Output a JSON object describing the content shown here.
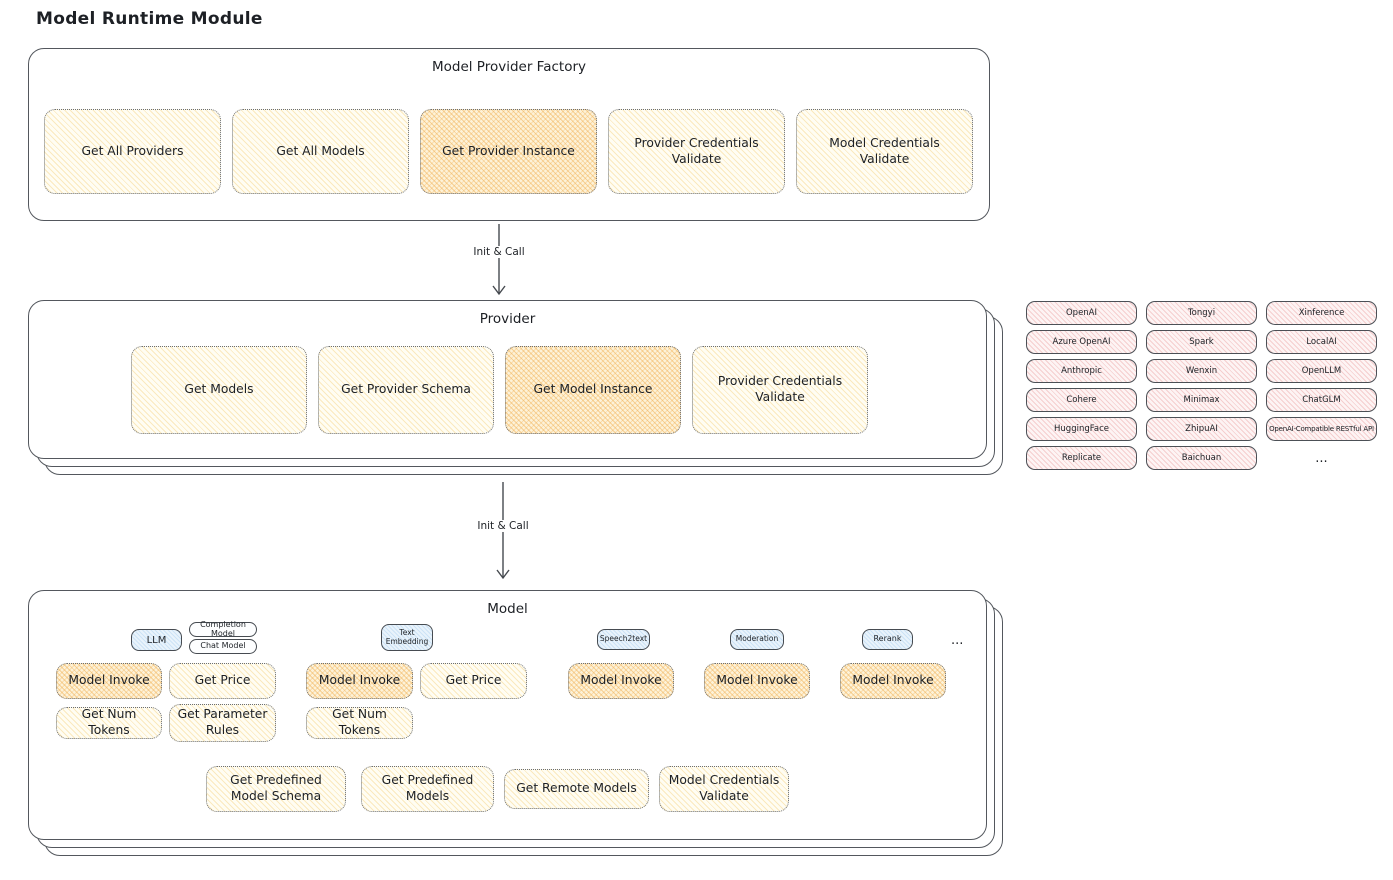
{
  "title": "Model Runtime Module",
  "colors": {
    "highlight_orange": "#f5bb63",
    "light_yellow": "#fdf7e3",
    "pink": "#fbe9e9",
    "blue_tag": "#dcecf9",
    "border": "#53575d"
  },
  "factory": {
    "label": "Model Provider Factory",
    "items": [
      {
        "label": "Get All Providers"
      },
      {
        "label": "Get All Models"
      },
      {
        "label": "Get Provider Instance"
      },
      {
        "label": "Provider Credentials Validate"
      },
      {
        "label": "Model Credentials Validate"
      }
    ]
  },
  "arrows": [
    {
      "label": "Init & Call"
    },
    {
      "label": "Init & Call"
    }
  ],
  "provider": {
    "label": "Provider",
    "items": [
      {
        "label": "Get Models"
      },
      {
        "label": "Get Provider Schema"
      },
      {
        "label": "Get Model Instance"
      },
      {
        "label": "Provider Credentials Validate"
      }
    ]
  },
  "providers_list": {
    "items": [
      "OpenAI",
      "Tongyi",
      "Xinference",
      "Azure OpenAI",
      "Spark",
      "LocalAI",
      "Anthropic",
      "Wenxin",
      "OpenLLM",
      "Cohere",
      "Minimax",
      "ChatGLM",
      "HuggingFace",
      "ZhipuAI",
      "OpenAI-Compatible RESTful API",
      "Replicate",
      "Baichuan"
    ],
    "more": "..."
  },
  "model": {
    "label": "Model",
    "tags": [
      {
        "label": "LLM"
      },
      {
        "label": "Completion Model"
      },
      {
        "label": "Chat Model"
      },
      {
        "label": "Text Embedding"
      },
      {
        "label": "Speech2text"
      },
      {
        "label": "Moderation"
      },
      {
        "label": "Rerank"
      }
    ],
    "tags_more": "...",
    "functions": [
      {
        "label": "Model Invoke"
      },
      {
        "label": "Get Price"
      },
      {
        "label": "Model Invoke"
      },
      {
        "label": "Get Price"
      },
      {
        "label": "Model Invoke"
      },
      {
        "label": "Model Invoke"
      },
      {
        "label": "Model Invoke"
      },
      {
        "label": "Get Num Tokens"
      },
      {
        "label": "Get Parameter Rules"
      },
      {
        "label": "Get Num Tokens"
      }
    ],
    "bottom_functions": [
      {
        "label": "Get Predefined Model Schema"
      },
      {
        "label": "Get Predefined Models"
      },
      {
        "label": "Get Remote Models"
      },
      {
        "label": "Model Credentials Validate"
      }
    ]
  }
}
